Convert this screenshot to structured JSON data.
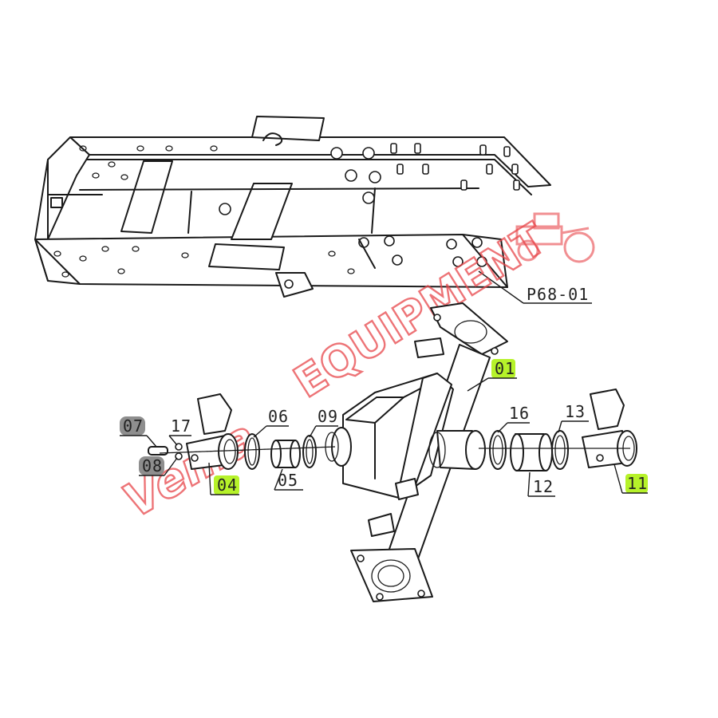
{
  "diagram": {
    "part_ref": "P68-01",
    "labels": {
      "p01": "01",
      "p04": "04",
      "p05": "05",
      "p06": "06",
      "p07": "07",
      "p08": "08",
      "p09": "09",
      "p11": "11",
      "p12": "12",
      "p13": "13",
      "p16": "16",
      "p17": "17"
    },
    "highlighted_parts": [
      "01",
      "04",
      "11"
    ],
    "highlight_color": "#b6f22a",
    "badge_color": "#8e8e8e",
    "line_color": "#1a1a1a"
  },
  "watermark": {
    "text": "EQUIPMENT",
    "script_text": "Vema",
    "color": "#e8464a",
    "icon": "tractor-icon"
  }
}
